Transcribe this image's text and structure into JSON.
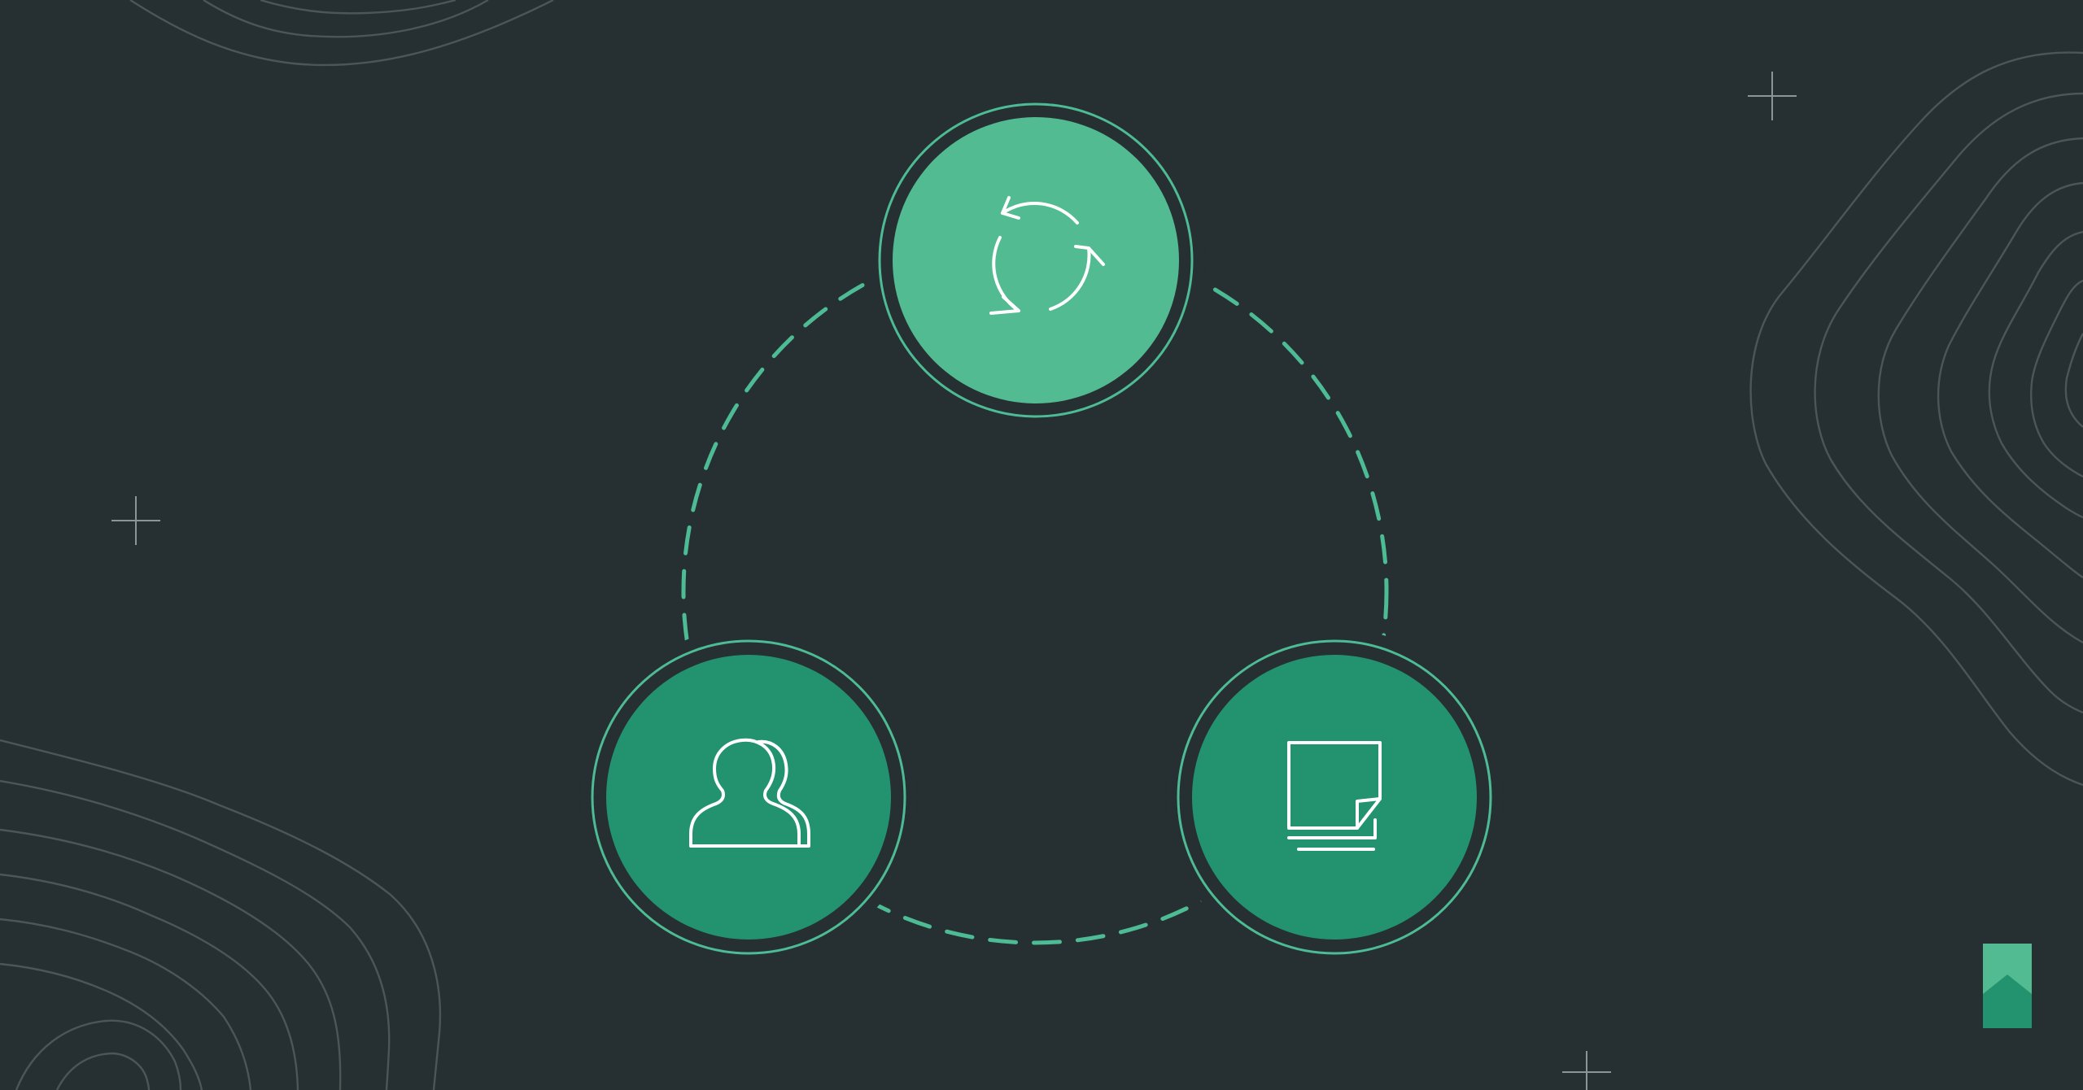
{
  "colors": {
    "background": "#262f31",
    "accent_light": "#52bb92",
    "accent_dark": "#23936f",
    "ring": "#4dbb94",
    "topo_lines": "#4b5757",
    "icon": "#ffffff"
  },
  "diagram": {
    "type": "cycle",
    "connector": "dashed-circle",
    "nodes": [
      {
        "id": "sync",
        "icon": "refresh-cycle-icon",
        "fill": "accent_light"
      },
      {
        "id": "people",
        "icon": "users-group-icon",
        "fill": "accent_dark"
      },
      {
        "id": "document",
        "icon": "note-document-icon",
        "fill": "accent_dark"
      }
    ]
  },
  "decorations": {
    "crosshairs": 3,
    "topographic_corners": [
      "top-left",
      "right",
      "bottom-left"
    ]
  },
  "logo": {
    "icon": "bookmark-logo-icon"
  }
}
